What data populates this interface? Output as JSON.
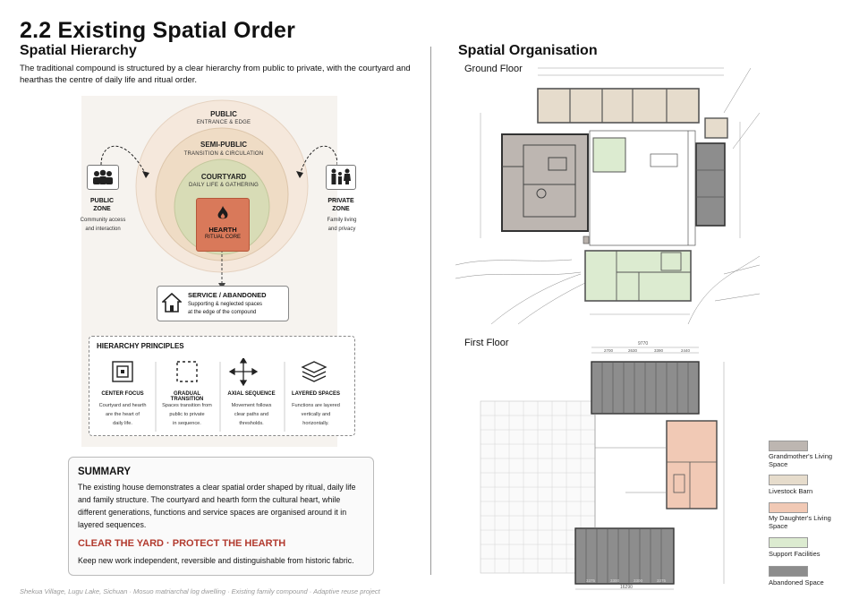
{
  "title": "2.2 Existing Spatial Order",
  "left_heading": "Spatial Hierarchy",
  "intro": "The traditional compound is structured by a clear hierarchy from public to private, with the courtyard and hearthas the centre of daily life and ritual order.",
  "right_heading": "Spatial Organisation",
  "ground_floor": "Ground Floor",
  "first_floor": "First Floor",
  "rings": [
    {
      "title": "PUBLIC",
      "sub": "ENTRANCE & EDGE",
      "color": "#f5e8dc"
    },
    {
      "title": "SEMI-PUBLIC",
      "sub": "TRANSITION & CIRCULATION",
      "color": "#efdcc5"
    },
    {
      "title": "COURTYARD",
      "sub": "DAILY LIFE & GATHERING",
      "color": "#d8dcb6"
    }
  ],
  "hearth": {
    "title": "HEARTH",
    "sub": "RITUAL CORE",
    "color": "#d9795a"
  },
  "public_zone": {
    "title_1": "PUBLIC",
    "title_2": "ZONE",
    "desc_1": "Community access",
    "desc_2": "and interaction"
  },
  "private_zone": {
    "title_1": "PRIVATE",
    "title_2": "ZONE",
    "desc_1": "Family living",
    "desc_2": "and privacy"
  },
  "service": {
    "title": "SERVICE / ABANDONED",
    "desc_1": "Supporting & neglected spaces",
    "desc_2": "at the edge of the compound"
  },
  "principles_heading": "HIERARCHY PRINCIPLES",
  "principles": [
    {
      "title": "CENTER FOCUS",
      "d1": "Courtyard and hearth",
      "d2": "are the heart of",
      "d3": "daily life."
    },
    {
      "title": "GRADUAL TRANSITION",
      "d1": "Spaces transition from",
      "d2": "public to private",
      "d3": "in sequence."
    },
    {
      "title": "AXIAL SEQUENCE",
      "d1": "Movement follows",
      "d2": "clear paths and",
      "d3": "thresholds."
    },
    {
      "title": "LAYERED SPACES",
      "d1": "Functions are layered",
      "d2": "vertically and",
      "d3": "horizontally."
    }
  ],
  "summary": {
    "heading": "SUMMARY",
    "body": "The existing house demonstrates a clear spatial order shaped by ritual, daily life and family structure. The courtyard and hearth form the cultural heart, while different generations, functions and service spaces are organised around it in layered sequences.",
    "slogan": "CLEAR THE YARD · PROTECT THE HEARTH",
    "note": "Keep new work independent, reversible and distinguishable from historic fabric."
  },
  "legend": [
    {
      "l1": "Grandmother's Living",
      "l2": "Space",
      "color": "#bdb6b1"
    },
    {
      "l1": "Livestock Barn",
      "l2": "",
      "color": "#e6dccc"
    },
    {
      "l1": "My Daughter's Living",
      "l2": "Space",
      "color": "#f1c9b5"
    },
    {
      "l1": "Support Facilities",
      "l2": "",
      "color": "#dcebd0"
    },
    {
      "l1": "Abandoned Space",
      "l2": "",
      "color": "#8d8d8d"
    }
  ],
  "dims_first_floor": {
    "top": "9770",
    "d1": "2700",
    "d2": "2630",
    "d3": "3390",
    "d4": "2440",
    "bottom": "16290",
    "b1": "3375",
    "b2": "3300",
    "b3": "3300",
    "b4": "3375"
  },
  "footer": "Shekua Village, Lugu Lake, Sichuan · Mosuo matriarchal log dwelling · Existing family compound · Adaptive reuse project"
}
